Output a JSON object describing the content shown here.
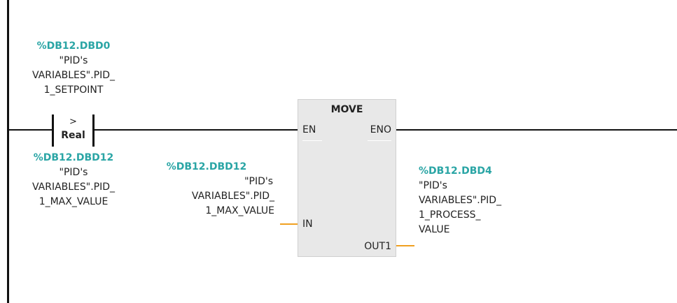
{
  "contact": {
    "operand1": {
      "address": "%DB12.DBD0",
      "lines": [
        "\"PID's",
        "VARIABLES\".PID_",
        "1_SETPOINT"
      ]
    },
    "symbol": ">",
    "type": "Real",
    "operand2": {
      "address": "%DB12.DBD12",
      "lines": [
        "\"PID's",
        "VARIABLES\".PID_",
        "1_MAX_VALUE"
      ]
    }
  },
  "move_block": {
    "title": "MOVE",
    "pin_en": "EN",
    "pin_eno": "ENO",
    "pin_in": "IN",
    "pin_out": "OUT1",
    "in_operand": {
      "address": "%DB12.DBD12",
      "lines": [
        "\"PID's",
        "VARIABLES\".PID_",
        "1_MAX_VALUE"
      ]
    },
    "out_operand": {
      "address": "%DB12.DBD4",
      "lines": [
        "\"PID's",
        "VARIABLES\".PID_",
        "1_PROCESS_",
        "VALUE"
      ]
    }
  },
  "colors": {
    "address": "#2aa5a5",
    "wire": "#111111",
    "pin_connection": "#f0a020",
    "block_fill": "#e8e8e8"
  }
}
